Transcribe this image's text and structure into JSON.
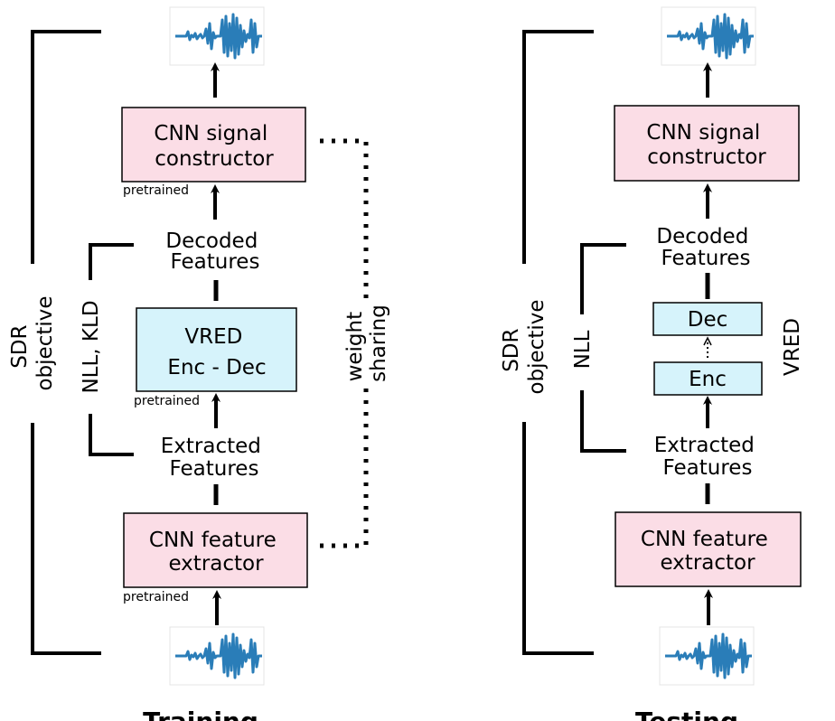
{
  "colors": {
    "pink_box": "#fbdde6",
    "blue_box": "#d6f3fb",
    "waveform": "#2a7db8",
    "line": "#000000"
  },
  "training": {
    "title": "Training",
    "signal_constructor": [
      "CNN signal",
      "constructor"
    ],
    "signal_constructor_note": "pretrained",
    "decoded_features": [
      "Decoded",
      "Features"
    ],
    "vred": [
      "VRED",
      "Enc - Dec"
    ],
    "vred_note": "pretrained",
    "extracted_features": [
      "Extracted",
      "Features"
    ],
    "feature_extractor": [
      "CNN feature",
      "extractor"
    ],
    "feature_extractor_note": "pretrained",
    "sdr_objective": [
      "SDR",
      "objective"
    ],
    "latent_loss": "NLL, KLD",
    "weight_sharing": [
      "weight",
      "sharing"
    ]
  },
  "testing": {
    "title": "Testing",
    "signal_constructor": [
      "CNN signal",
      "constructor"
    ],
    "decoded_features": [
      "Decoded",
      "Features"
    ],
    "dec": "Dec",
    "enc": "Enc",
    "vred_label": "VRED",
    "extracted_features": [
      "Extracted",
      "Features"
    ],
    "feature_extractor": [
      "CNN feature",
      "extractor"
    ],
    "sdr_objective": [
      "SDR",
      "objective"
    ],
    "latent_loss": "NLL"
  }
}
